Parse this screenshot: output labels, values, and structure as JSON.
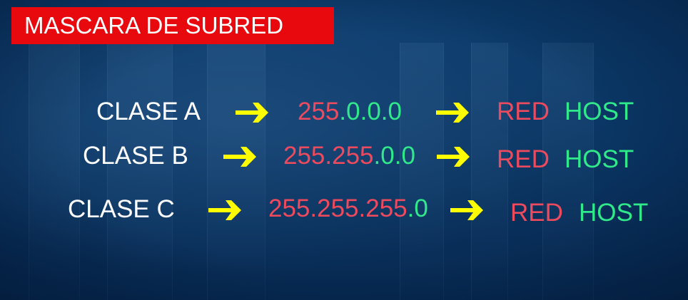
{
  "title": "MASCARA DE SUBRED",
  "colors": {
    "title_background": "#e8090f",
    "network_text": "#ee4a5e",
    "host_text": "#2fe98a",
    "arrow": "#ffff00",
    "background": "#0a3563"
  },
  "rows": [
    {
      "class_label": "CLASE  A",
      "mask_network": "255",
      "mask_host": ".0.0.0",
      "red_label": "RED",
      "host_label": "HOST"
    },
    {
      "class_label": "CLASE  B",
      "mask_network": "255.255",
      "mask_host": ".0.0",
      "red_label": "RED",
      "host_label": "HOST"
    },
    {
      "class_label": "CLASE  C",
      "mask_network": "255.255.255",
      "mask_host": ".0",
      "red_label": "RED",
      "host_label": "HOST"
    }
  ],
  "icons": {
    "arrow": "yellow-right-arrow-icon"
  }
}
